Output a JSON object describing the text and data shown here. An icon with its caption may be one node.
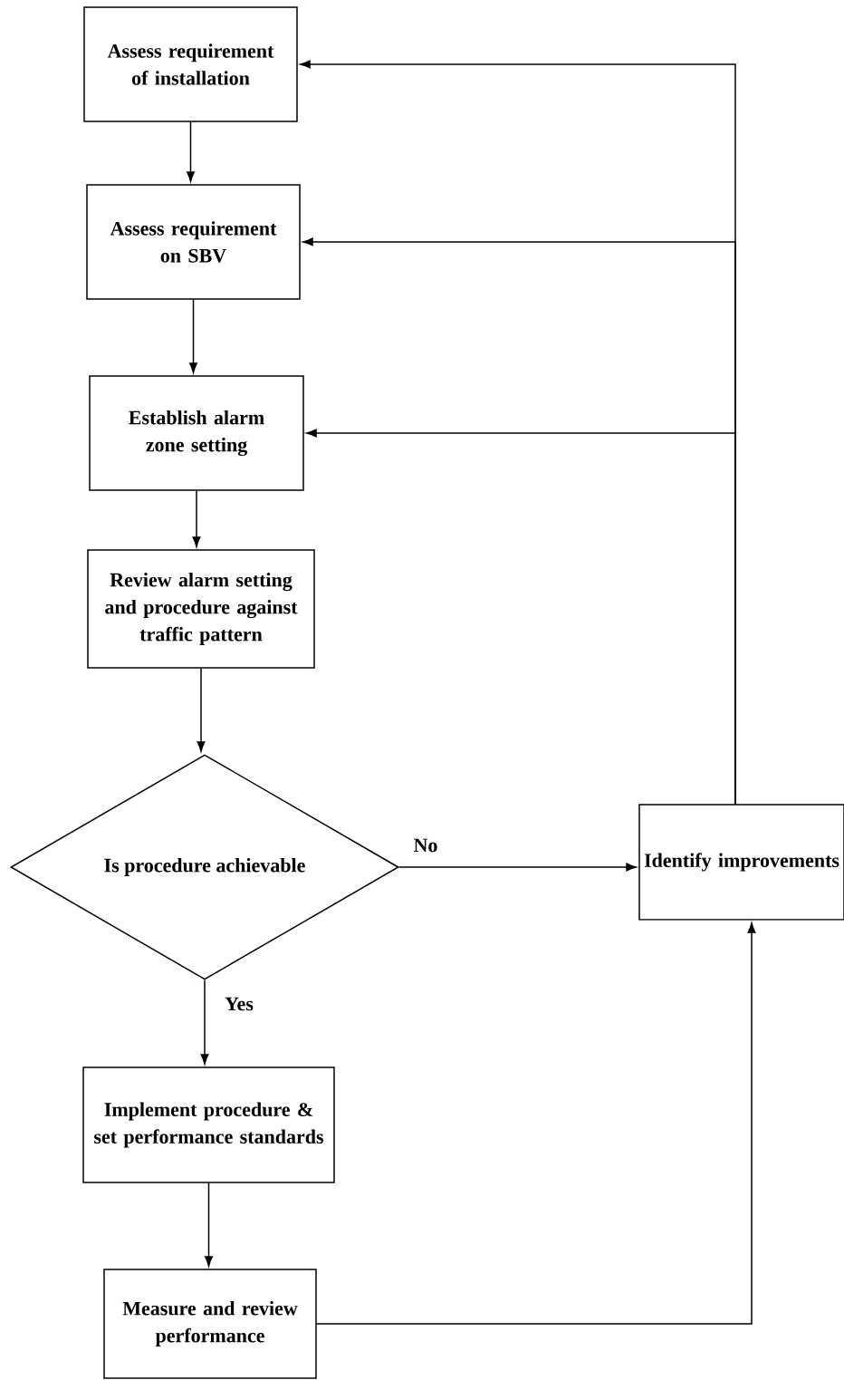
{
  "diagram": {
    "nodes": [
      {
        "text": [
          "Assess requirement of installation"
        ]
      },
      {
        "text": [
          "Assess requirement on SBV"
        ]
      },
      {
        "text": [
          "Establish alarm zone setting"
        ]
      },
      {
        "text": [
          "Review alarm setting and procedure against traffic pattern"
        ]
      },
      {
        "text": [
          "Is procedure achievable"
        ]
      },
      {
        "text": [
          "Implement procedure & set performance standards"
        ]
      },
      {
        "text": [
          "Measure and review performance"
        ]
      },
      {
        "text": [
          "Identify improvements"
        ]
      }
    ],
    "edges": [
      {
        "from": 0,
        "to": 1,
        "arrow": "to"
      },
      {
        "from": 1,
        "to": 2,
        "arrow": "to"
      },
      {
        "from": 2,
        "to": 3,
        "arrow": "to"
      },
      {
        "from": 3,
        "to": 4,
        "arrow": "to"
      },
      {
        "from": 4,
        "to": 7,
        "arrow": "to",
        "label": "No"
      },
      {
        "from": 4,
        "to": 5,
        "arrow": "to",
        "label": "Yes"
      },
      {
        "from": 5,
        "to": 6,
        "arrow": "to"
      },
      {
        "from": 6,
        "to": 7,
        "arrow": "to"
      },
      {
        "from": 7,
        "to": 0,
        "arrow": "to"
      },
      {
        "from": 7,
        "to": 1,
        "arrow": "to"
      },
      {
        "from": 7,
        "to": 2,
        "arrow": "to"
      }
    ]
  }
}
